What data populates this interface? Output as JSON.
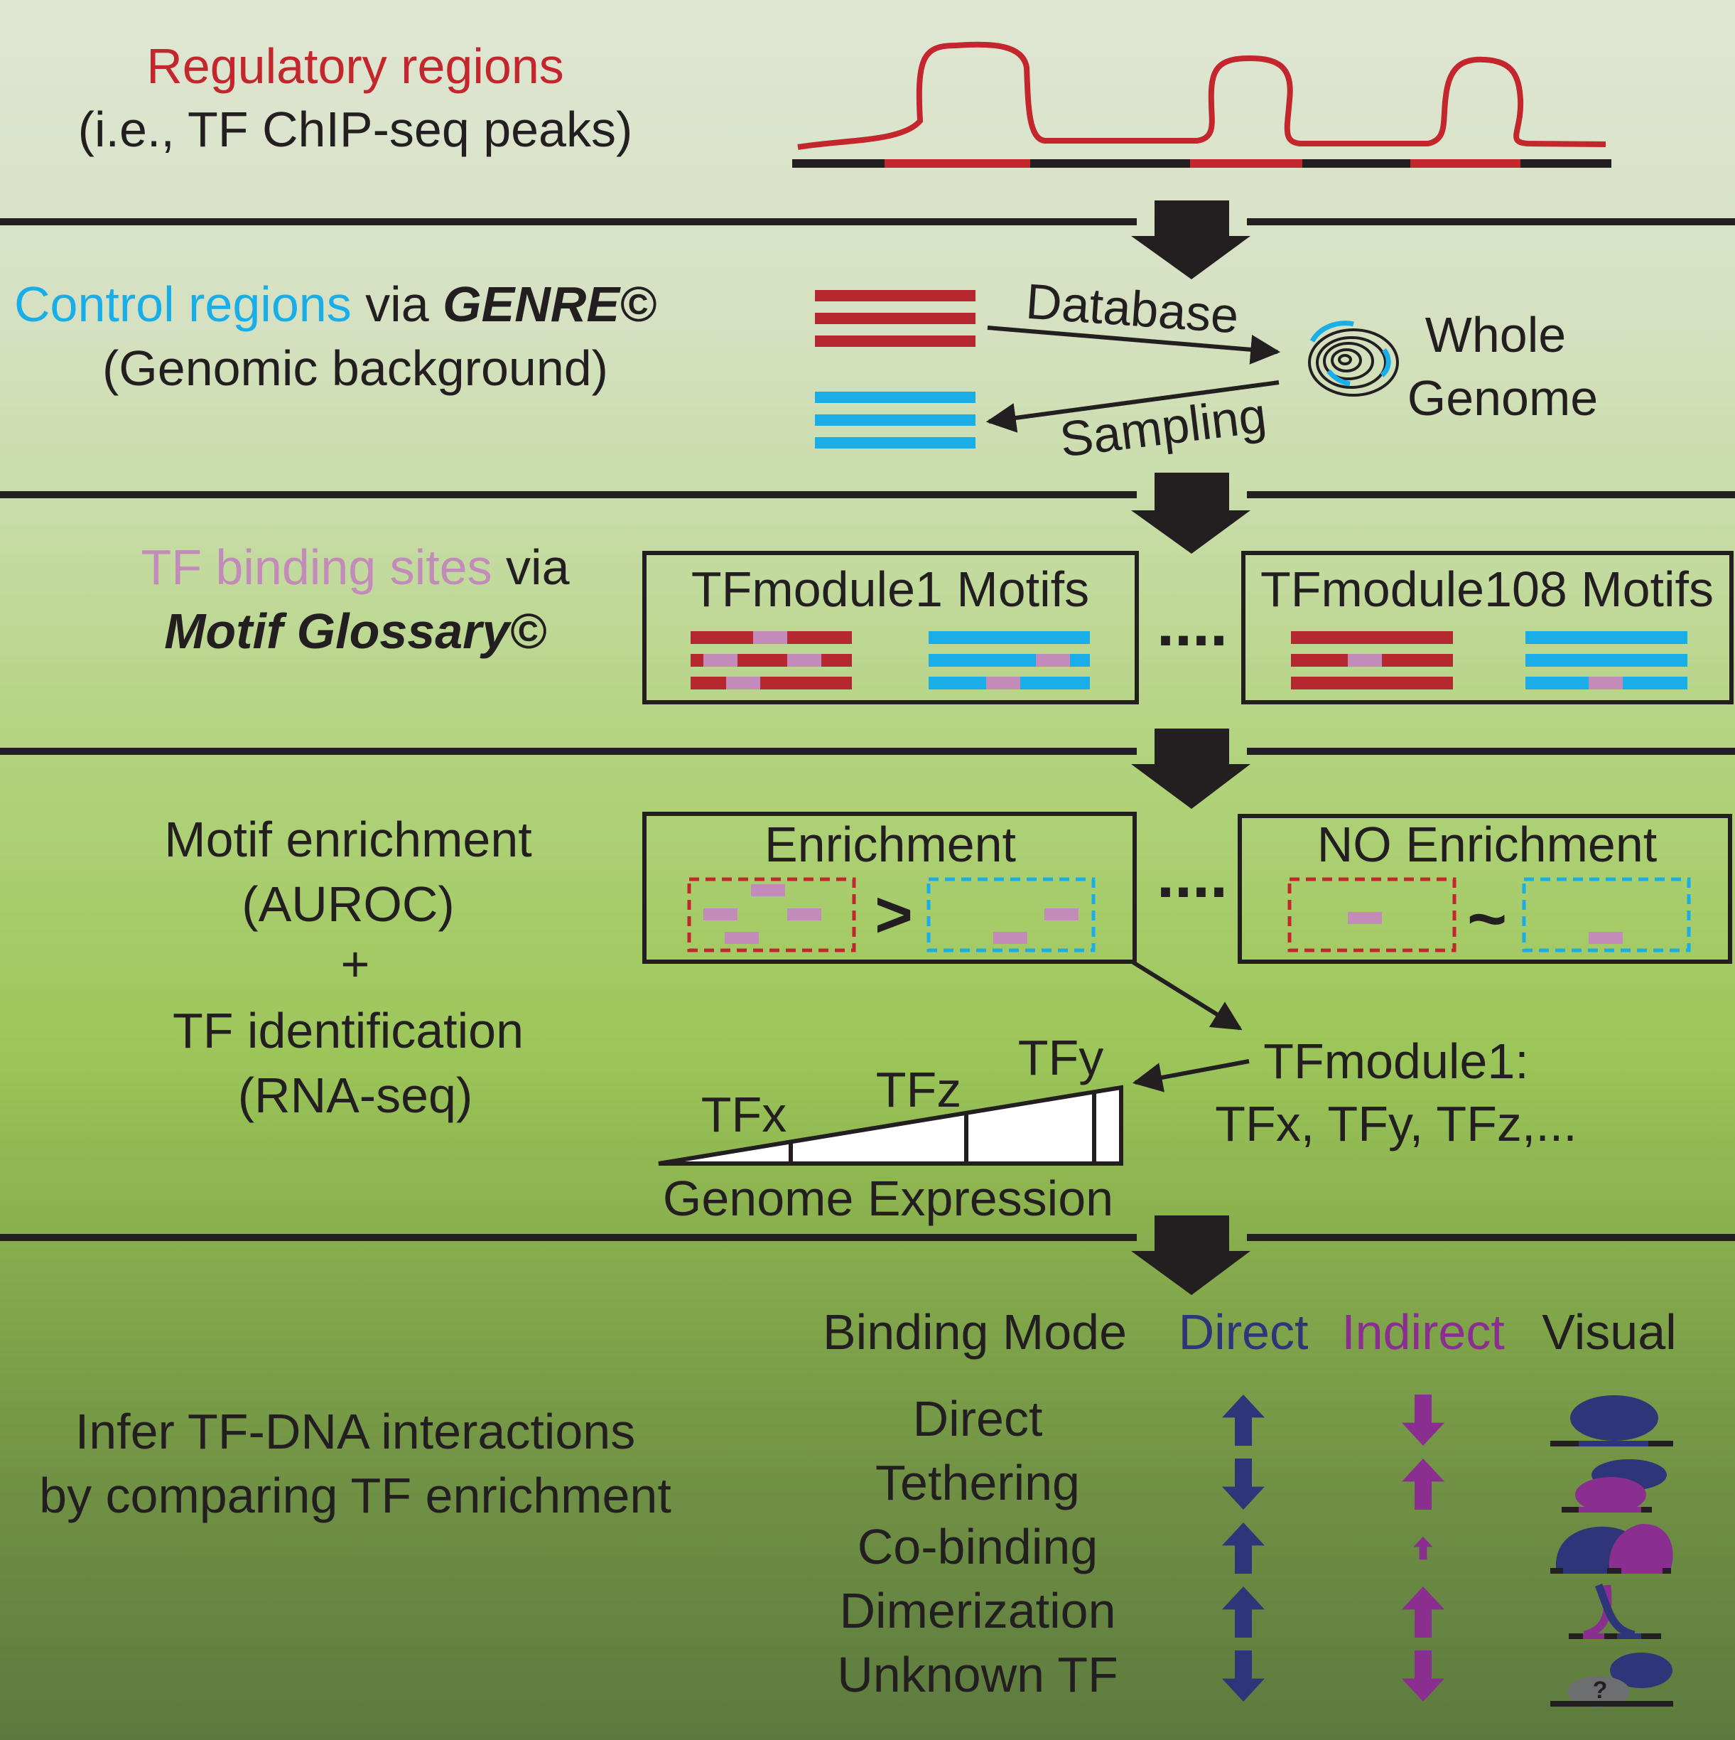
{
  "colors": {
    "red": "#b5282f",
    "blue": "#1aaee8",
    "pink": "#c28bba",
    "navy": "#2e3578",
    "purple": "#8a2e90",
    "dark": "#231f20",
    "bg_top": "#dfe6d2",
    "bg_mid": "#a8cd64",
    "bg_bottom": "#5e7a3f"
  },
  "step1": {
    "title": "Regulatory regions",
    "subtitle": "(i.e., TF ChIP-seq peaks)"
  },
  "step2": {
    "control_regions": "Control regions",
    "via": " via ",
    "genre": "GENRE©",
    "subtitle": "(Genomic background)",
    "database": "Database",
    "sampling": "Sampling",
    "whole": "Whole",
    "genome": "Genome"
  },
  "step3": {
    "tf_binding_sites": "TF binding sites",
    "via": " via",
    "motif_glossary": "Motif Glossary©",
    "module_first": "TFmodule1 Motifs",
    "module_last": "TFmodule108 Motifs",
    "ellipsis": "...."
  },
  "step4": {
    "left_line1": "Motif enrichment",
    "left_line2": "(AUROC)",
    "left_line3": "+",
    "left_line4": "TF identification",
    "left_line5": "(RNA-seq)",
    "enrichment": "Enrichment",
    "no_enrichment": "NO Enrichment",
    "greater": ">",
    "similar": "~",
    "ellipsis": "....",
    "tf_module_line1": "TFmodule1:",
    "tf_module_line2": "TFx, TFy, TFz,...",
    "tfx": "TFx",
    "tfz": "TFz",
    "tfy": "TFy",
    "genome_expression": "Genome Expression"
  },
  "step5": {
    "left_line1": "Infer TF-DNA interactions",
    "left_line2": "by comparing TF enrichment",
    "headers": {
      "binding_mode": "Binding Mode",
      "direct": "Direct",
      "indirect": "Indirect",
      "visual": "Visual"
    },
    "rows": [
      {
        "mode": "Direct",
        "direct": "up",
        "indirect": "down"
      },
      {
        "mode": "Tethering",
        "direct": "down",
        "indirect": "up"
      },
      {
        "mode": "Co-binding",
        "direct": "up",
        "indirect": "up-small"
      },
      {
        "mode": "Dimerization",
        "direct": "up",
        "indirect": "up"
      },
      {
        "mode": "Unknown TF",
        "direct": "down",
        "indirect": "down"
      }
    ],
    "unknown_mark": "?"
  }
}
